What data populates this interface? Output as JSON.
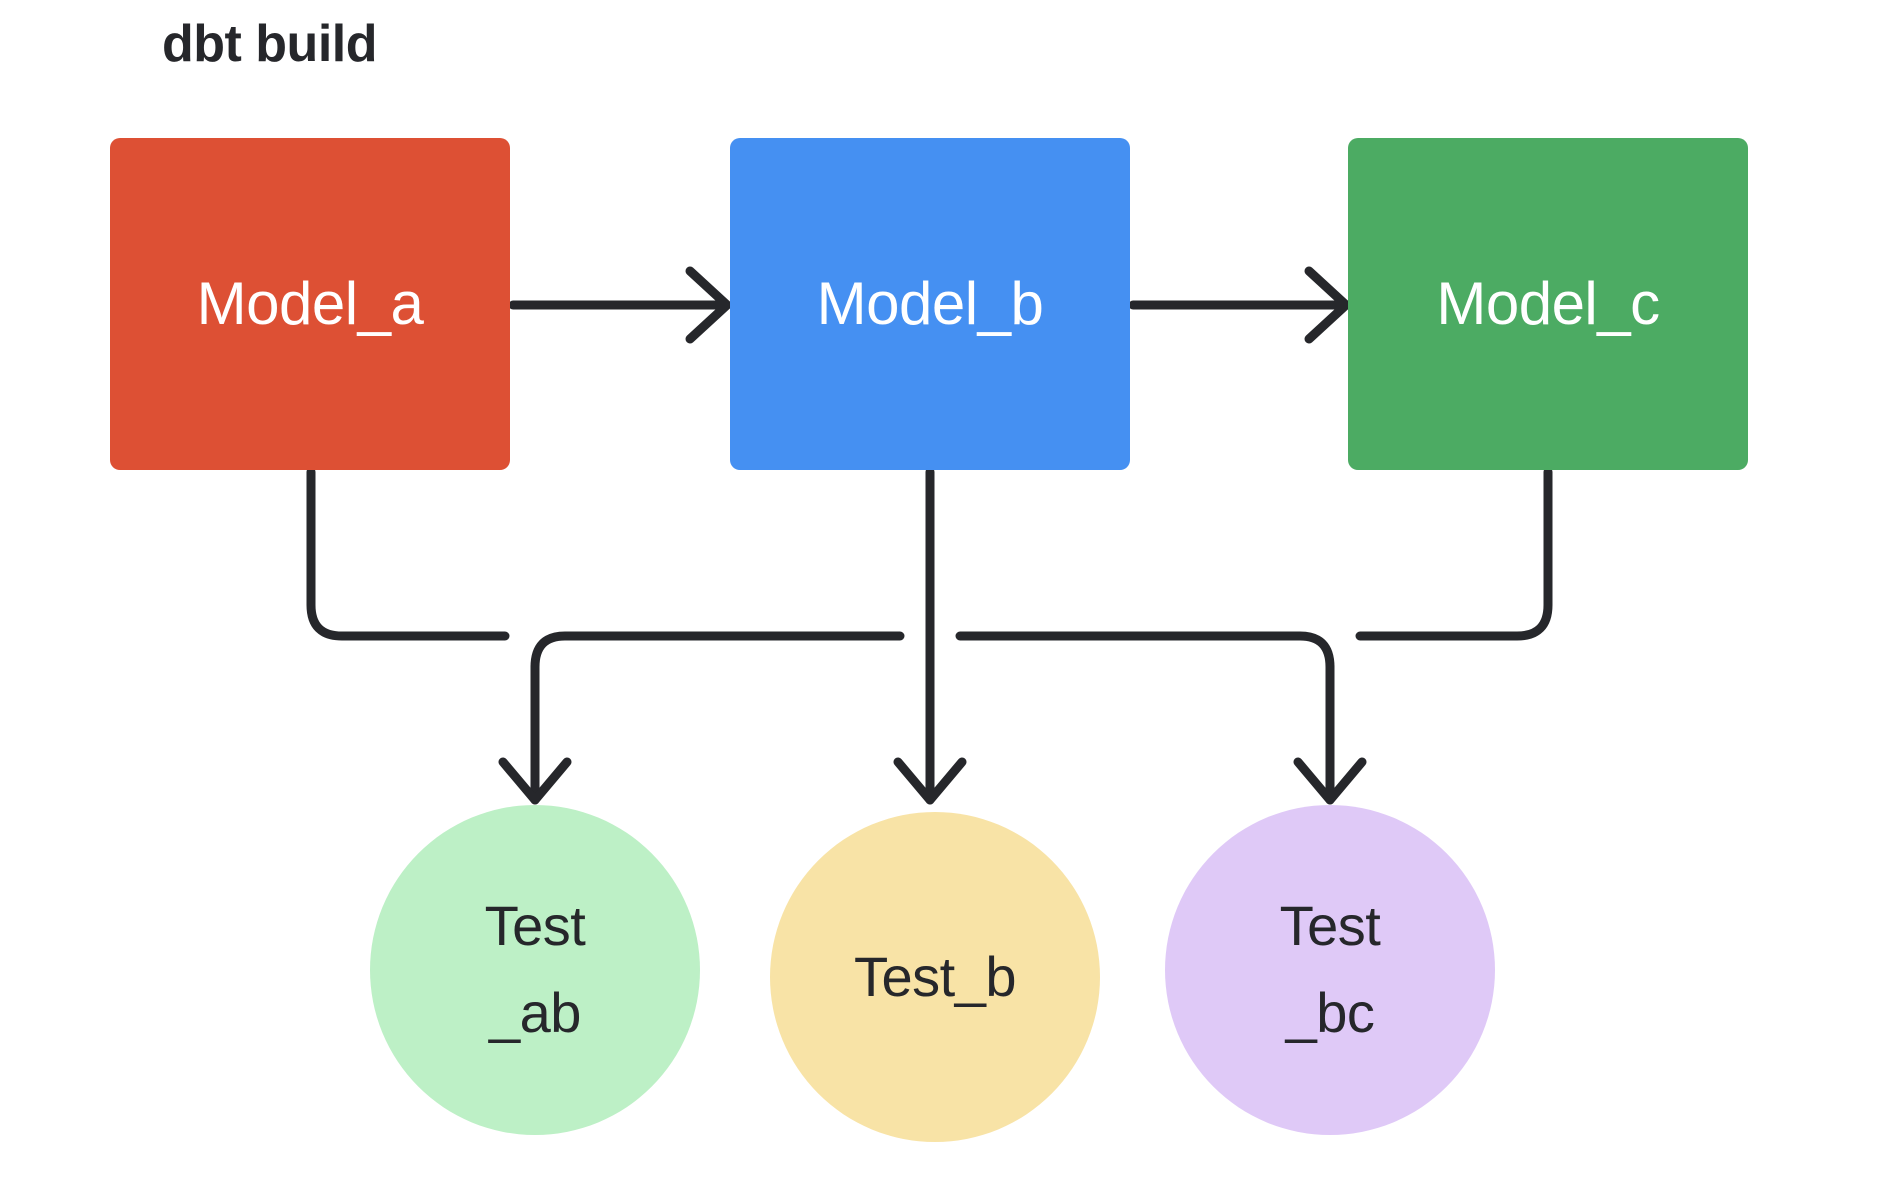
{
  "diagram": {
    "title": "dbt build",
    "type": "flow-diagram",
    "background_color": "#ffffff",
    "edge_color": "#26272b",
    "edge_width": 9
  },
  "models": [
    {
      "id": "model-a",
      "label": "Model_a",
      "shape": "rounded-rectangle",
      "fill": "#DD5034",
      "text_color": "#ffffff"
    },
    {
      "id": "model-b",
      "label": "Model_b",
      "shape": "rounded-rectangle",
      "fill": "#4590F2",
      "text_color": "#ffffff"
    },
    {
      "id": "model-c",
      "label": "Model_c",
      "shape": "rounded-rectangle",
      "fill": "#4CAB63",
      "text_color": "#ffffff"
    }
  ],
  "tests": [
    {
      "id": "test-ab",
      "label": "Test\n_ab",
      "shape": "circle",
      "fill": "#BDF0C6",
      "text_color": "#26272b"
    },
    {
      "id": "test-b",
      "label": "Test_b",
      "shape": "circle",
      "fill": "#F8E3A6",
      "text_color": "#26272b"
    },
    {
      "id": "test-bc",
      "label": "Test\n_bc",
      "shape": "circle",
      "fill": "#DFC9F7",
      "text_color": "#26272b"
    }
  ],
  "edges": [
    {
      "id": "edge-a-to-b",
      "from": "model-a",
      "to": "model-b",
      "style": "straight-arrow"
    },
    {
      "id": "edge-b-to-c",
      "from": "model-b",
      "to": "model-c",
      "style": "straight-arrow"
    },
    {
      "id": "edge-a-to-test-ab",
      "from": "model-a",
      "to": "test-ab",
      "style": "orthogonal-arrow"
    },
    {
      "id": "edge-b-to-test-ab",
      "from": "model-b",
      "to": "test-ab",
      "style": "orthogonal-arrow"
    },
    {
      "id": "edge-b-to-test-b",
      "from": "model-b",
      "to": "test-b",
      "style": "straight-arrow"
    },
    {
      "id": "edge-b-to-test-bc",
      "from": "model-b",
      "to": "test-bc",
      "style": "orthogonal-arrow"
    },
    {
      "id": "edge-c-to-test-bc",
      "from": "model-c",
      "to": "test-bc",
      "style": "orthogonal-arrow"
    }
  ]
}
